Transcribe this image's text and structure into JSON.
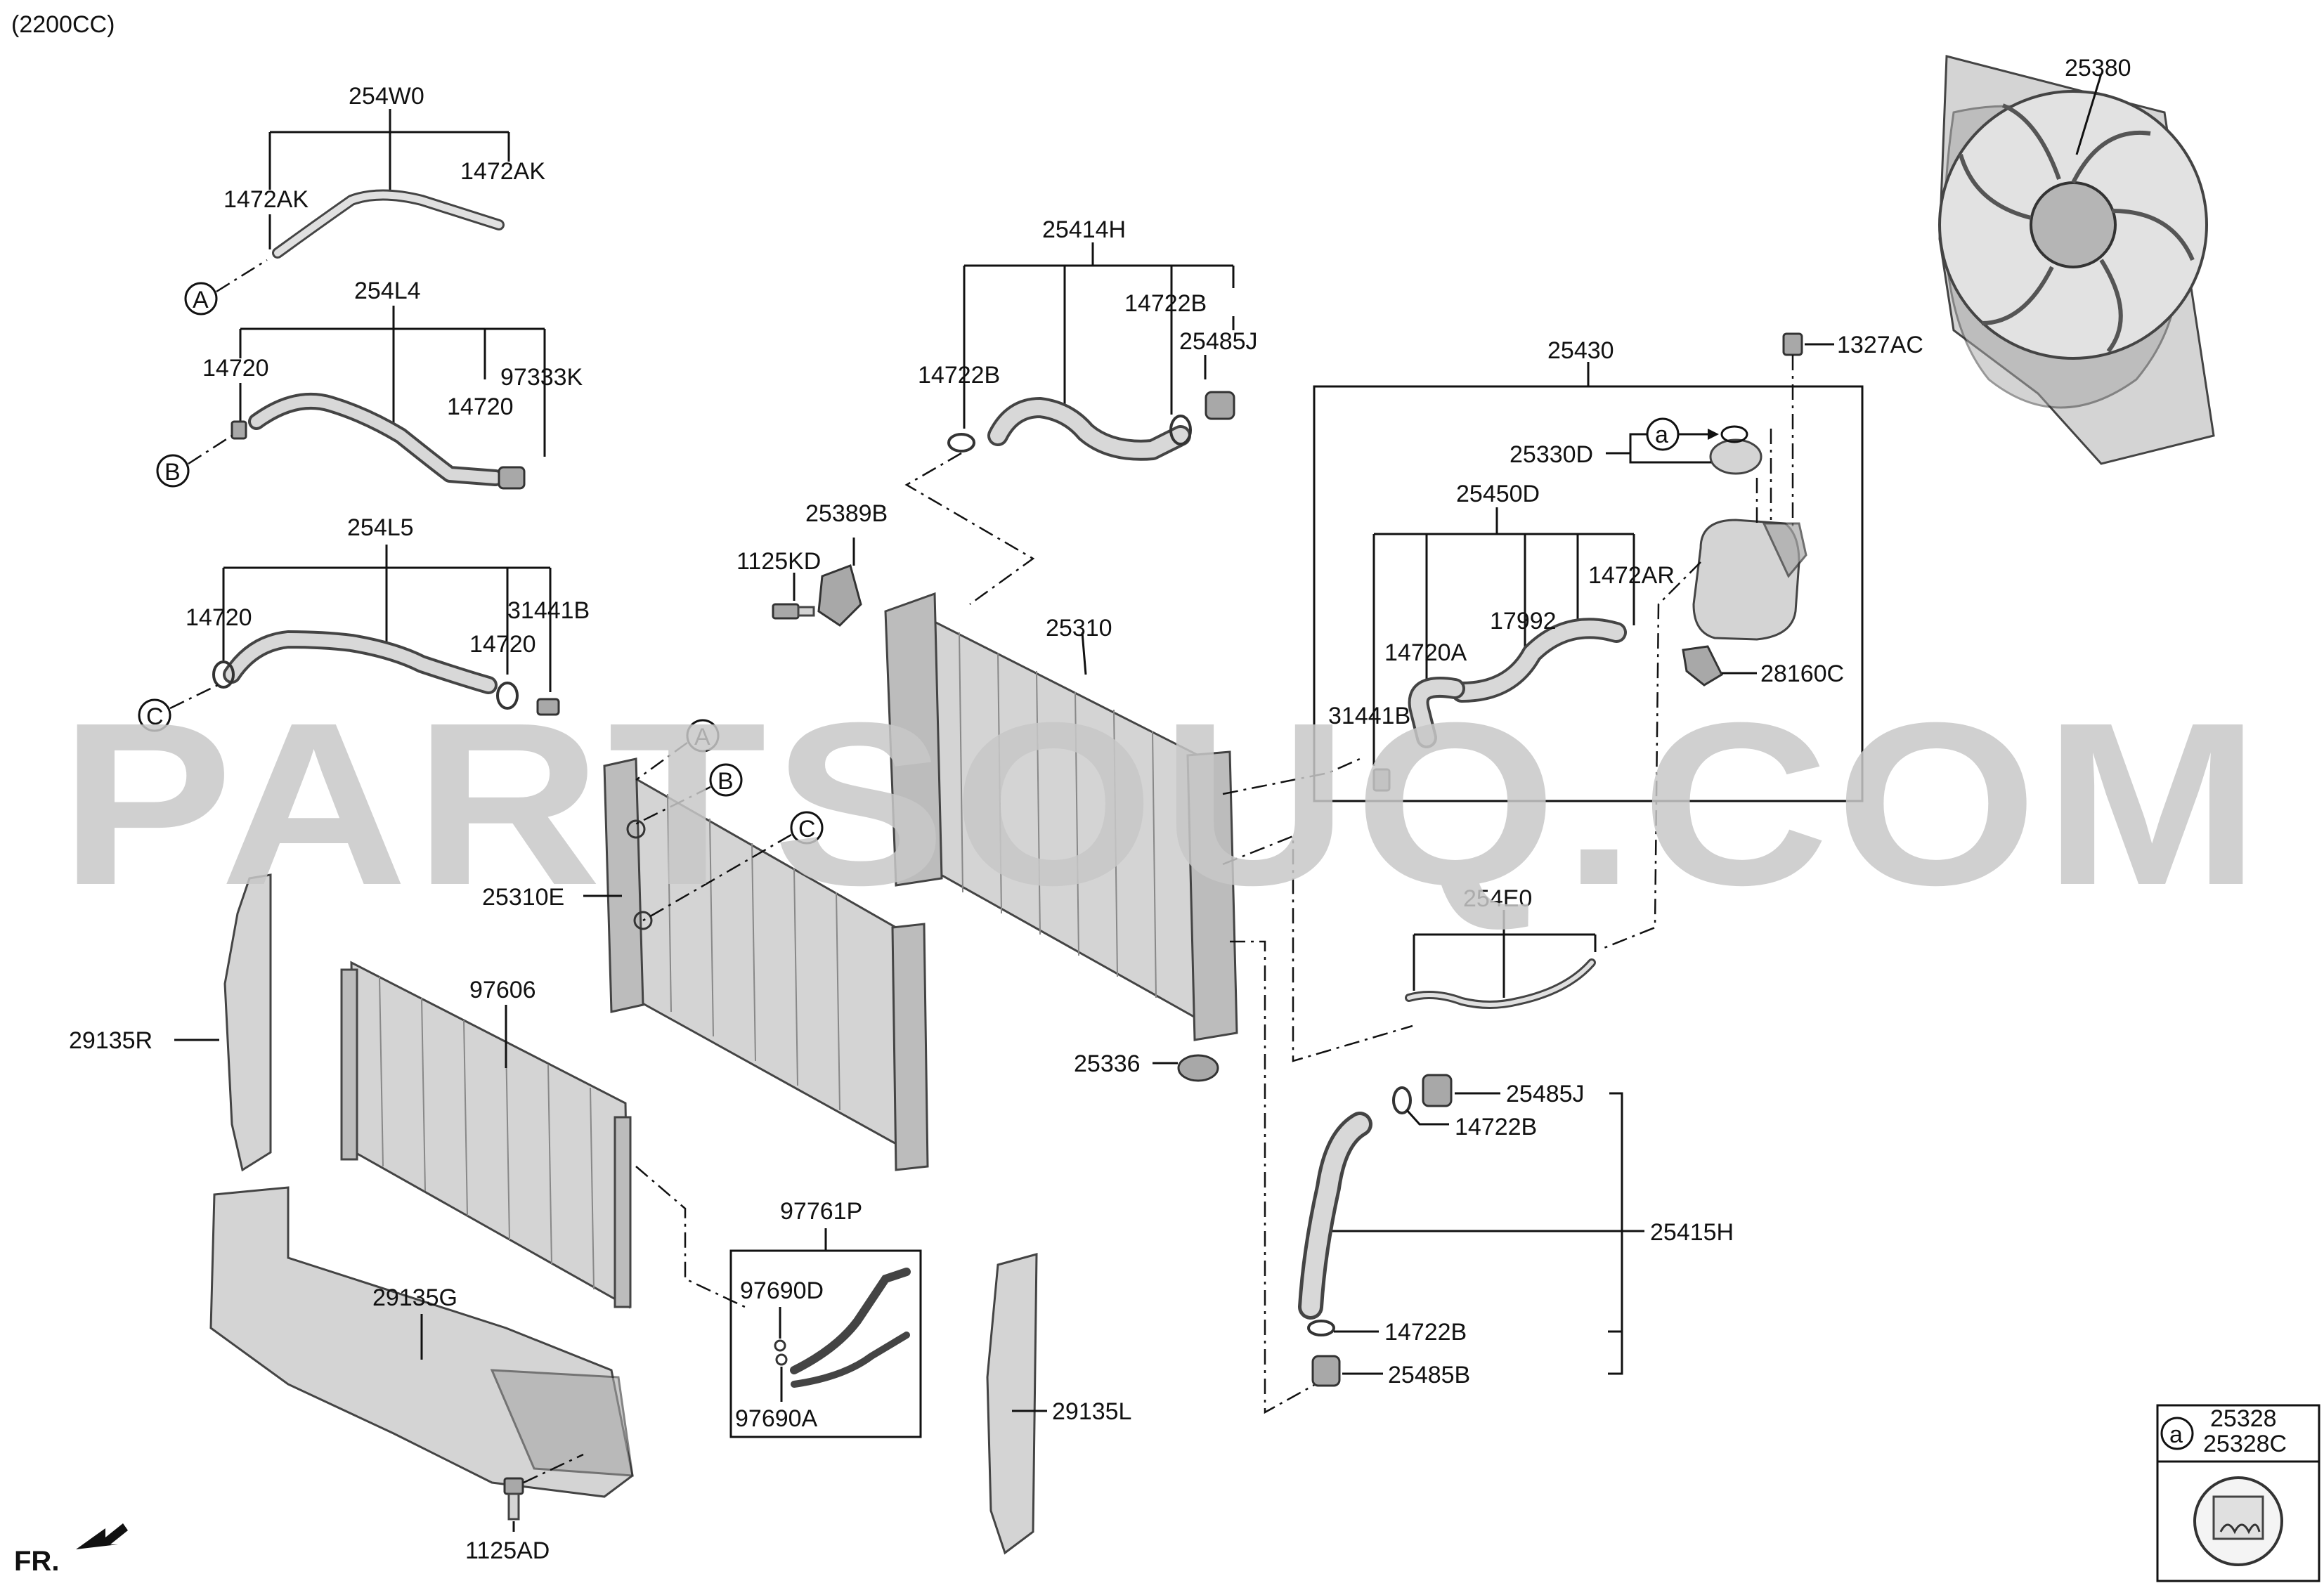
{
  "header": {
    "engine": "(2200CC)"
  },
  "watermark": "PARTSOUQ.COM",
  "orientation": {
    "label": "FR."
  },
  "refs": {
    "A": "A",
    "B": "B",
    "C": "C",
    "a": "a"
  },
  "labels": {
    "p254W0": "254W0",
    "p1472AK_l": "1472AK",
    "p1472AK_r": "1472AK",
    "p254L4": "254L4",
    "p14720_a": "14720",
    "p14720_b": "14720",
    "p97333K": "97333K",
    "p254L5": "254L5",
    "p14720_c": "14720",
    "p31441B_a": "31441B",
    "p14720_d": "14720",
    "p25414H": "25414H",
    "p14722B_a": "14722B",
    "p14722B_b": "14722B",
    "p25485J_a": "25485J",
    "p25389B": "25389B",
    "p1125KD": "1125KD",
    "p25310": "25310",
    "p25310E": "25310E",
    "p25430": "25430",
    "p25330D": "25330D",
    "p1327AC": "1327AC",
    "p25450D": "25450D",
    "p1472AR": "1472AR",
    "p17992": "17992",
    "p14720A": "14720A",
    "p31441B_b": "31441B",
    "p28160C": "28160C",
    "p25380": "25380",
    "p254E0": "254E0",
    "p25336": "25336",
    "p25485J_b": "25485J",
    "p14722B_c": "14722B",
    "p25415H": "25415H",
    "p14722B_d": "14722B",
    "p25485B": "25485B",
    "p29135R": "29135R",
    "p97606": "97606",
    "p97761P": "97761P",
    "p97690D": "97690D",
    "p97690A": "97690A",
    "p29135G": "29135G",
    "p29135L": "29135L",
    "p1125AD": "1125AD"
  },
  "legend": {
    "ref": "a",
    "line1": "25328",
    "line2": "25328C"
  }
}
